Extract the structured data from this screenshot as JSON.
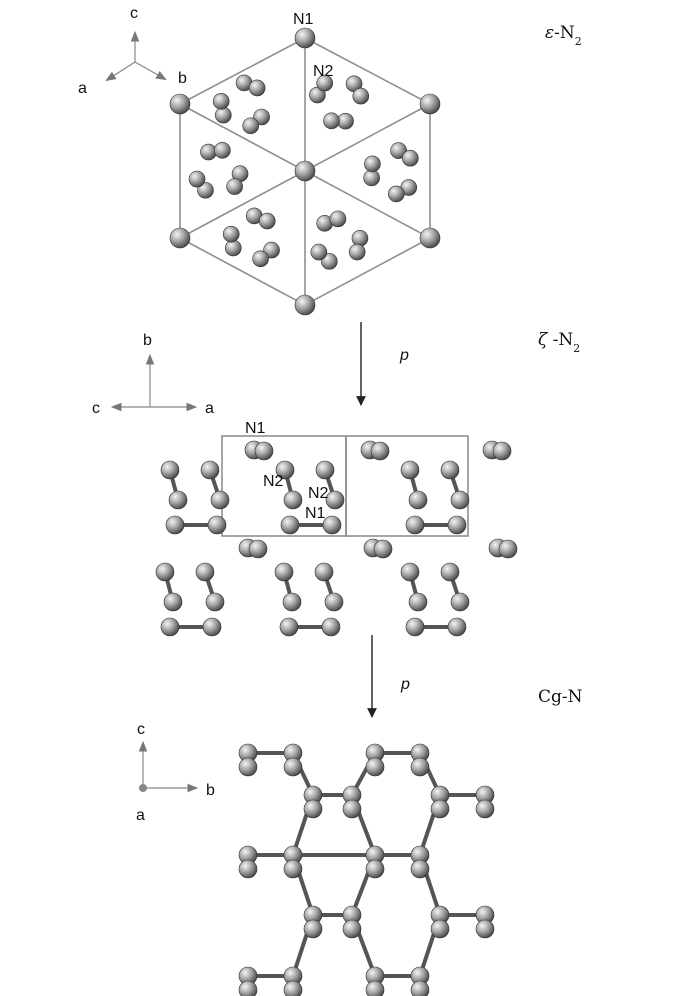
{
  "panels": {
    "epsilon": {
      "phase_prefix": "ε",
      "phase_suffix": "-N",
      "phase_sub": "2",
      "site_N1": "N1",
      "site_N2": "N2",
      "axes": {
        "c": "c",
        "a": "a",
        "b": "b"
      }
    },
    "zeta": {
      "phase_prefix": "ζ",
      "phase_suffix": " -N",
      "phase_sub": "2",
      "site_N1_top": "N1",
      "site_N2_left": "N2",
      "site_N2_right": "N2",
      "site_N1_bottom": "N1",
      "axes": {
        "b": "b",
        "c": "c",
        "a": "a"
      }
    },
    "cgn": {
      "phase": "Cg-N",
      "axes": {
        "c": "c",
        "b": "b",
        "a": "a"
      }
    }
  },
  "transitions": [
    {
      "label": "p"
    },
    {
      "label": "p"
    }
  ],
  "colors": {
    "atom_light": "#f4f4f4",
    "atom_dark": "#4a4a4a",
    "bond": "#555555",
    "cell": "#8f8f8f"
  }
}
